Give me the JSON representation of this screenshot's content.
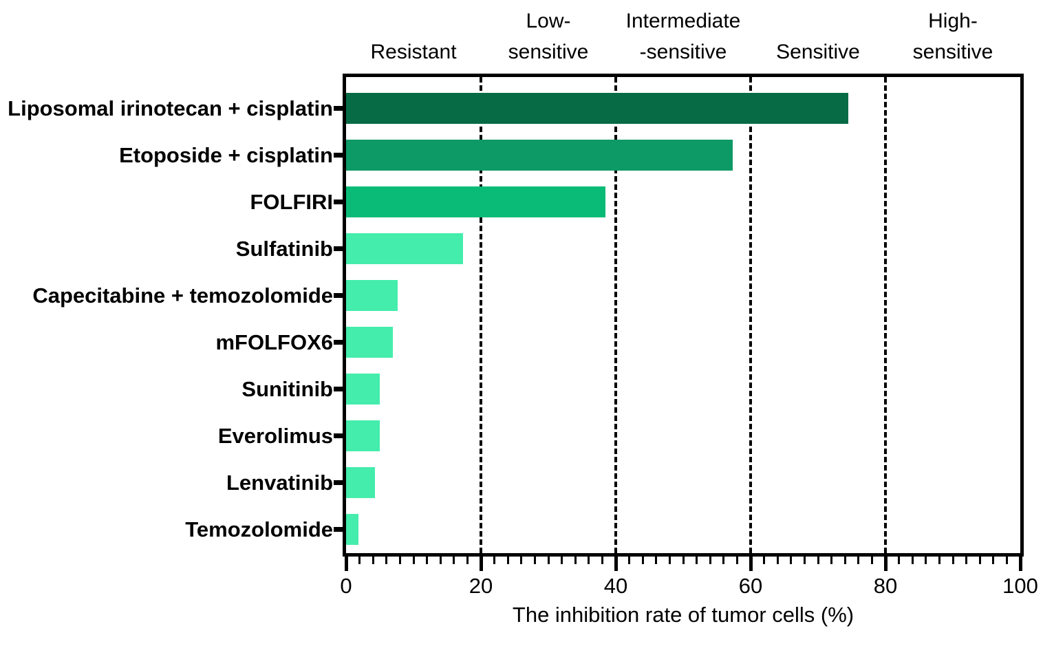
{
  "chart_data": {
    "type": "bar",
    "orientation": "horizontal",
    "title": "",
    "xlabel": "The inhibition rate of tumor cells (%)",
    "ylabel": "",
    "xlim": [
      0,
      100
    ],
    "x_major_ticks": [
      0,
      20,
      40,
      60,
      80,
      100
    ],
    "x_minor_tick_step": 2,
    "gridlines_x": [
      20,
      40,
      60,
      80
    ],
    "grid_style": "dashed",
    "legend": "none",
    "categories": [
      "Liposomal irinotecan + cisplatin",
      "Etoposide + cisplatin",
      "FOLFIRI",
      "Sulfatinib",
      "Capecitabine + temozolomide",
      "mFOLFOX6",
      "Sunitinib",
      "Everolimus",
      "Lenvatinib",
      "Temozolomide"
    ],
    "values": [
      74.5,
      57.3,
      38.5,
      17.3,
      7.7,
      6.9,
      5.0,
      5.0,
      4.3,
      1.8
    ],
    "bar_colors": [
      "#076B45",
      "#0D9A66",
      "#0ABB77",
      "#44EDAC",
      "#44EDAC",
      "#44EDAC",
      "#44EDAC",
      "#44EDAC",
      "#44EDAC",
      "#44EDAC"
    ],
    "sensitivity_zones": [
      {
        "label_lines": [
          "Resistant"
        ],
        "center": 10
      },
      {
        "label_lines": [
          "Low-",
          "sensitive"
        ],
        "center": 30
      },
      {
        "label_lines": [
          "Intermediate",
          "-sensitive"
        ],
        "center": 50
      },
      {
        "label_lines": [
          "Sensitive"
        ],
        "center": 70
      },
      {
        "label_lines": [
          "High-",
          "sensitive"
        ],
        "center": 90
      }
    ],
    "axis_color": "#000000",
    "background": "#FFFFFF"
  }
}
